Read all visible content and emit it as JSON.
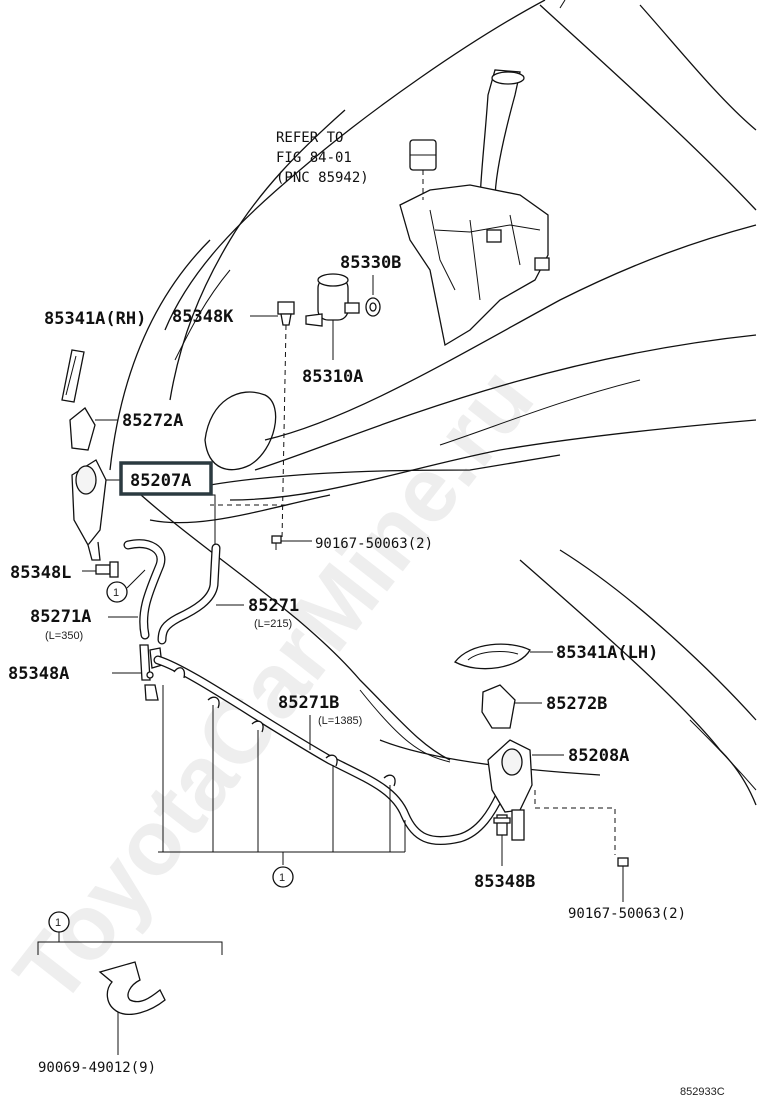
{
  "diagram": {
    "refer_note": [
      "REFER TO",
      "FIG 84-01",
      "(PNC 85942)"
    ],
    "labels": {
      "p85330B": "85330B",
      "p85341A_rh": "85341A(RH)",
      "p85348K": "85348K",
      "p85310A": "85310A",
      "p85272A": "85272A",
      "p85207A": "85207A",
      "p90167_upper": "90167-50063(2)",
      "p85348L": "85348L",
      "p85271A": "85271A",
      "p85271A_len": "(L=350)",
      "p85271": "85271",
      "p85271_len": "(L=215)",
      "p85348A": "85348A",
      "p85271B": "85271B",
      "p85271B_len": "(L=1385)",
      "p85341A_lh": "85341A(LH)",
      "p85272B": "85272B",
      "p85208A": "85208A",
      "p85348B": "85348B",
      "p90167_lower": "90167-50063(2)",
      "p90069": "90069-49012(9)"
    },
    "callout_numbers": [
      "1",
      "1",
      "1"
    ],
    "diagram_code": "852933C",
    "watermark": "ToyotaCarMine.ru",
    "highlighted_part": "85207A",
    "colors": {
      "line": "#111111",
      "highlight_border": "#2b3a40",
      "watermark": "#cfcfcf"
    }
  }
}
